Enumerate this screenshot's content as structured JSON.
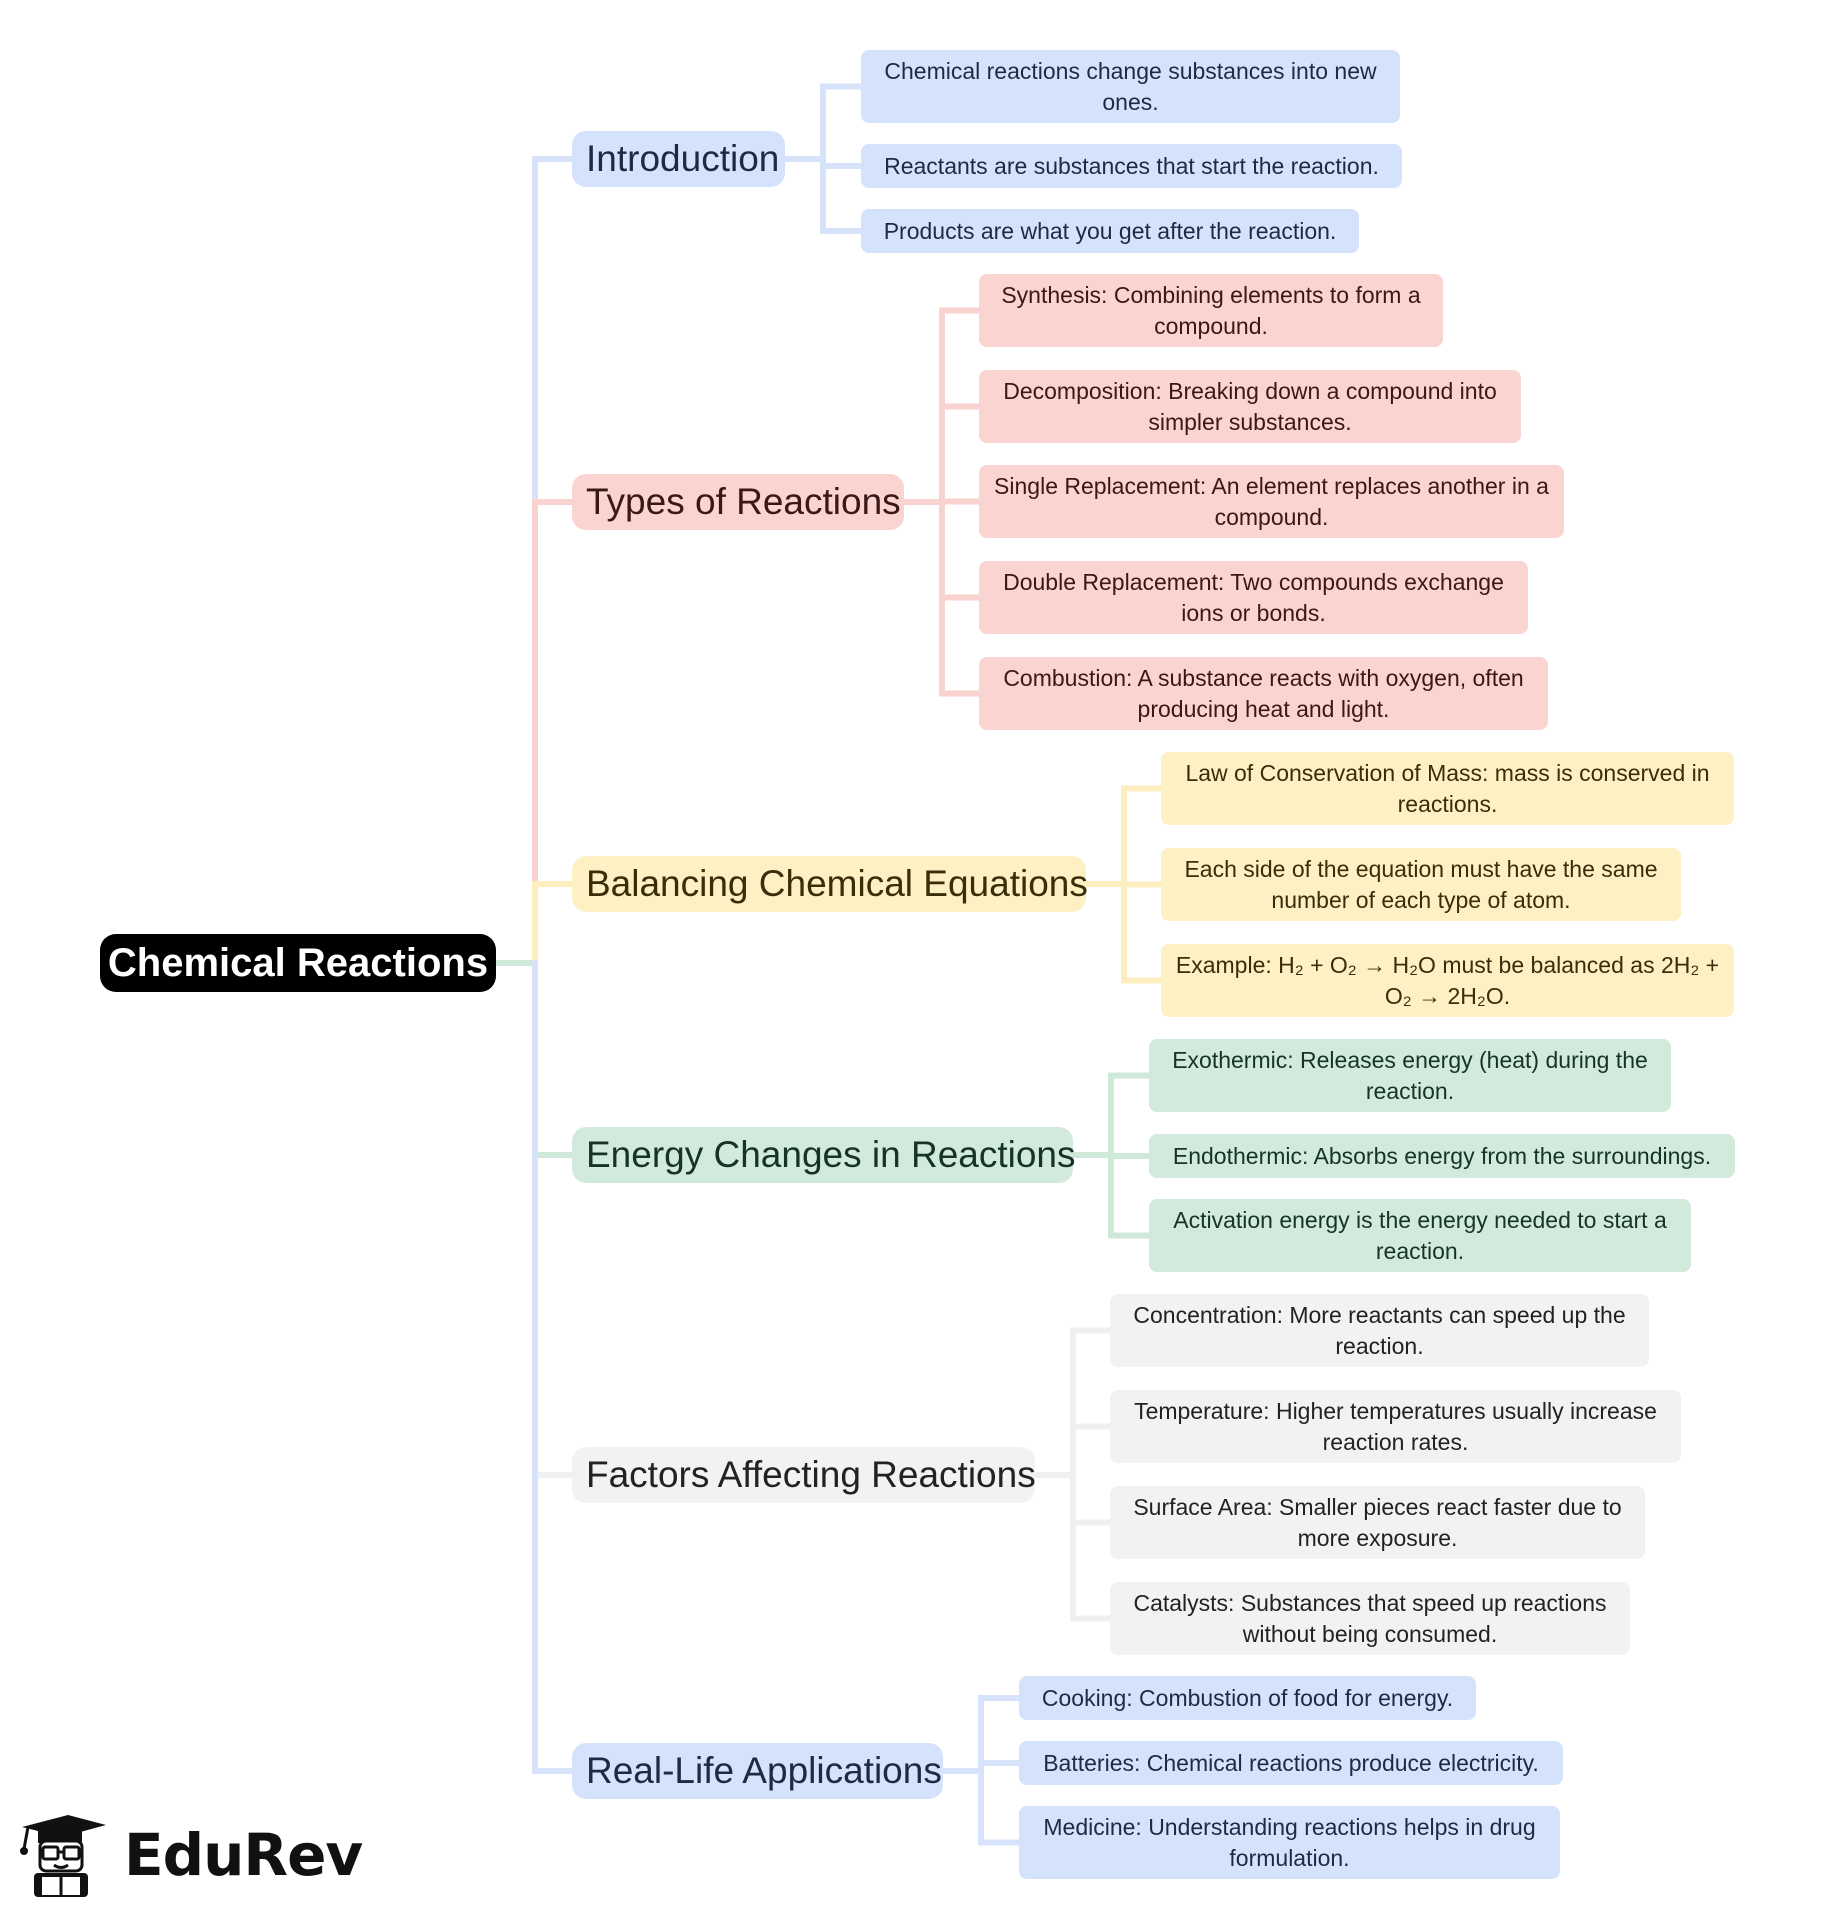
{
  "root": {
    "label": "Chemical Reactions"
  },
  "branches": [
    {
      "label": "Introduction",
      "color": "#d4e2fb",
      "line_color": "#d6e3fb",
      "items": [
        "Chemical reactions change substances into new ones.",
        "Reactants are substances that start the reaction.",
        "Products are what you get after the reaction."
      ]
    },
    {
      "label": "Types of Reactions",
      "color": "#f9d4d1",
      "line_color": "#f8d3cf",
      "items": [
        "Synthesis: Combining elements to form a compound.",
        "Decomposition: Breaking down a compound into simpler substances.",
        "Single Replacement: An element replaces another in a compound.",
        "Double Replacement: Two compounds exchange ions or bonds.",
        "Combustion: A substance reacts with oxygen, often producing heat and light."
      ]
    },
    {
      "label": "Balancing Chemical Equations",
      "color": "#fdf0c3",
      "line_color": "#fdeebf",
      "items": [
        "Law of Conservation of Mass: mass is conserved in reactions.",
        "Each side of the equation must have the same number of each type of atom.",
        "Example: H₂ + O₂ → H₂O must be balanced as 2H₂ + O₂ → 2H₂O."
      ]
    },
    {
      "label": "Energy Changes in Reactions",
      "color": "#d1eadb",
      "line_color": "#cfe9d8",
      "items": [
        "Exothermic: Releases energy (heat) during the reaction.",
        "Endothermic: Absorbs energy from the surroundings.",
        "Activation energy is the energy needed to start a reaction."
      ]
    },
    {
      "label": "Factors Affecting Reactions",
      "color": "#f1f2f4",
      "line_color": "#eef0f2",
      "items": [
        "Concentration: More reactants can speed up the reaction.",
        "Temperature: Higher temperatures usually increase reaction rates.",
        "Surface Area: Smaller pieces react faster due to more exposure.",
        "Catalysts: Substances that speed up reactions without being consumed."
      ]
    },
    {
      "label": "Real-Life Applications",
      "color": "#d4e2fb",
      "line_color": "#d6e3fb",
      "items": [
        "Cooking: Combustion of food for energy.",
        "Batteries: Chemical reactions produce electricity.",
        "Medicine: Understanding reactions helps in drug formulation."
      ]
    }
  ],
  "logo": {
    "text": "EduRev",
    "icon": "graduation-cap-student-icon"
  }
}
